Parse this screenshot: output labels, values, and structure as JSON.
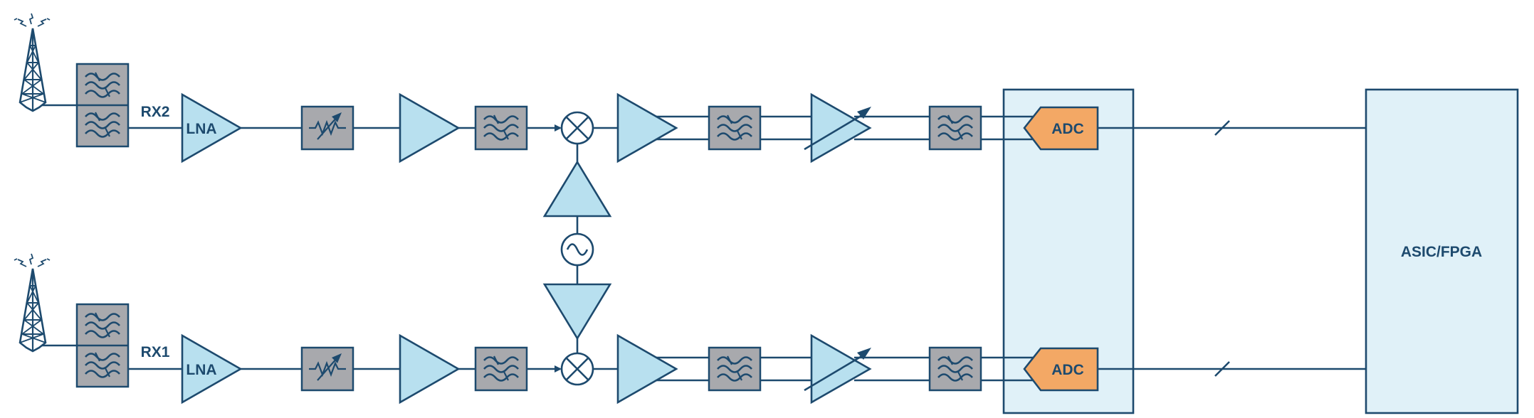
{
  "colors": {
    "stroke": "#1d4a6e",
    "light_blue": "#b8e0ef",
    "panel_blue": "#e0f1f8",
    "filter_gray": "#a8a9ad",
    "adc_orange": "#f3a865",
    "background": "#ffffff"
  },
  "labels": {
    "rx2": "RX2",
    "rx1": "RX1",
    "lna_top": "LNA",
    "lna_bottom": "LNA",
    "adc_top": "ADC",
    "adc_bottom": "ADC",
    "asic": "ASIC/FPGA"
  },
  "icons": [
    "antenna-tower-icon",
    "bandpass-filter-icon",
    "variable-attenuator-icon",
    "mixer-icon",
    "local-oscillator-icon",
    "variable-gain-amplifier-icon",
    "amplifier-icon"
  ]
}
